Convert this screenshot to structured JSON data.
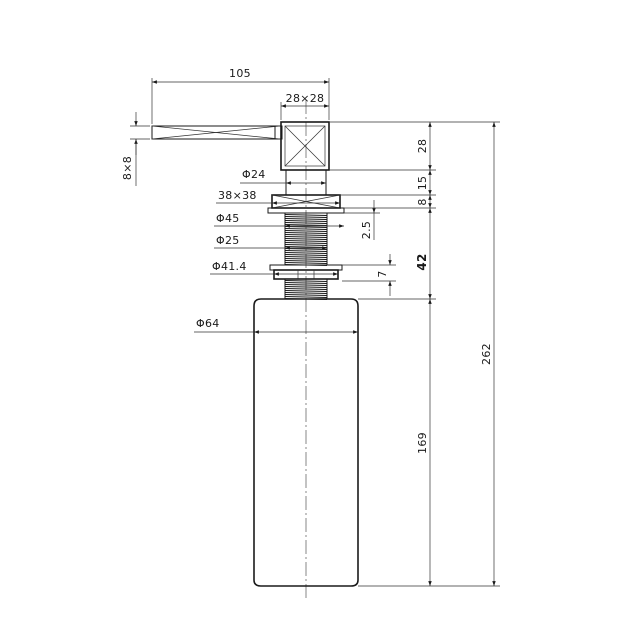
{
  "dimensions": {
    "spout_length": "105",
    "head_square": "28×28",
    "spout_section": "8×8",
    "head_height": "28",
    "neck_diameter": "Φ24",
    "neck_height": "15",
    "flange_square": "38×38",
    "flange_height": "8",
    "thread_outer_diameter": "Φ45",
    "thread_offset": "2.5",
    "thread_diameter": "Φ25",
    "mount_height": "42",
    "nut_diameter": "Φ41.4",
    "nut_height": "7",
    "bottle_diameter": "Φ64",
    "bottle_height": "169",
    "total_height": "262"
  }
}
